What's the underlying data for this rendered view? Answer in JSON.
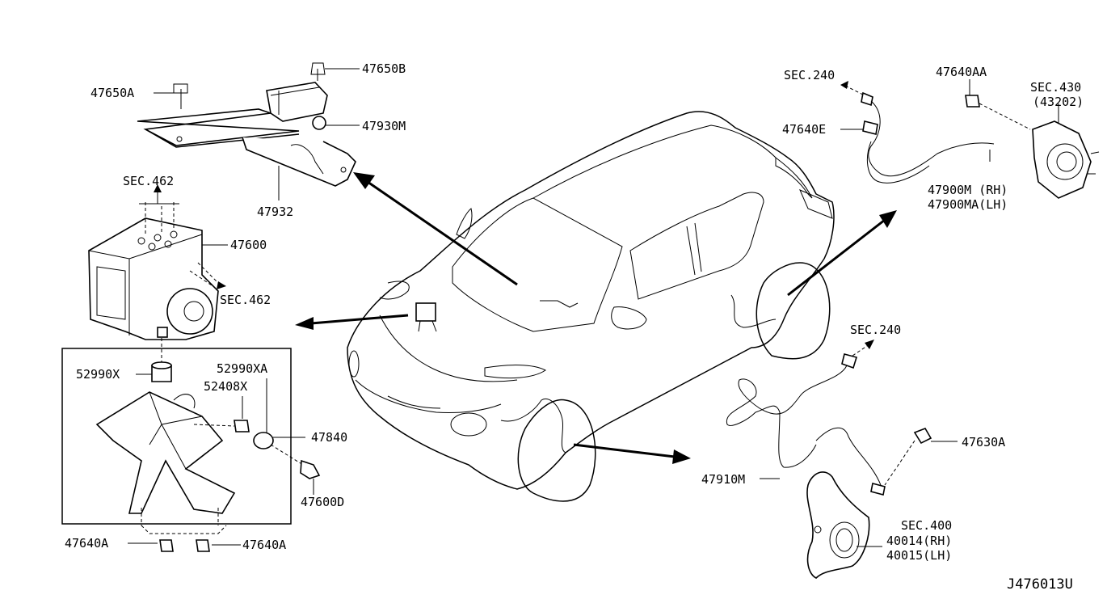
{
  "diagram_id": "J476013U",
  "labels": {
    "p47650A": "47650A",
    "p47650B": "47650B",
    "p47930M": "47930M",
    "p47932": "47932",
    "sec462_top": "SEC.462",
    "p47600": "47600",
    "sec462_side": "SEC.462",
    "p52990X": "52990X",
    "p52990XA": "52990XA",
    "p52408X": "52408X",
    "p47840": "47840",
    "p47600D": "47600D",
    "p47640A_left": "47640A",
    "p47640A_right": "47640A",
    "sec240_top": "SEC.240",
    "p47640E": "47640E",
    "p47640AA": "47640AA",
    "sec430": "SEC.430",
    "sec430_ref": "(43202)",
    "p47900M": "47900M (RH)",
    "p47900MA": "47900MA(LH)",
    "sec240_mid": "SEC.240",
    "p47630A": "47630A",
    "p47910M": "47910M",
    "sec400": "SEC.400",
    "p40014": "40014(RH)",
    "p40015": "40015(LH)"
  }
}
